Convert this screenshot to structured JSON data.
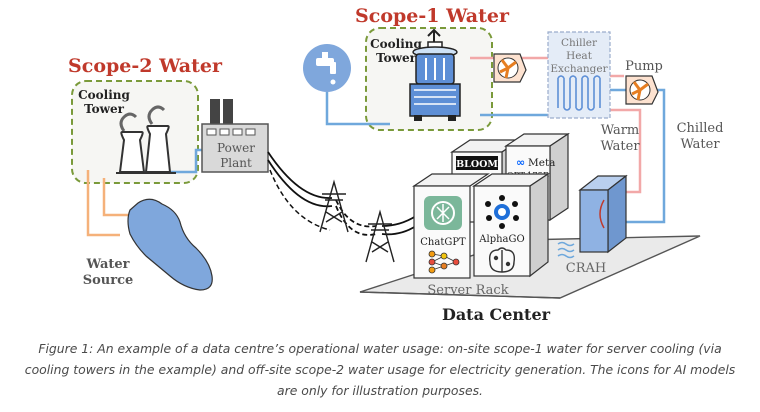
{
  "figure": {
    "scope2_title": "Scope-2 Water",
    "scope1_title": "Scope-1 Water",
    "scope2_tower_label": [
      "Cooling",
      "Tower"
    ],
    "scope1_tower_label": [
      "Cooling",
      "Tower"
    ],
    "power_plant_label": [
      "Power",
      "Plant"
    ],
    "water_source_label": [
      "Water",
      "Source"
    ],
    "chiller_label": [
      "Chiller",
      "Heat",
      "Exchanger"
    ],
    "pump_label": "Pump",
    "warm_water_label": [
      "Warm",
      "Water"
    ],
    "chilled_water_label": [
      "Chilled",
      "Water"
    ],
    "crah_label": "CRAH",
    "server_rack_label": "Server Rack",
    "data_center_label": "Data Center",
    "model_labels": [
      "BLOOM",
      "Meta",
      "OPT-175B",
      "ChatGPT",
      "AlphaGO"
    ],
    "colors": {
      "scope_red": "#c0392b",
      "warm_pipe": "#f2a8a8",
      "chilled_pipe": "#6fa8dc",
      "orange_pipe": "#f5b17a",
      "dashed_box": "#7a9a3a",
      "water_blue": "#7fa7dc"
    }
  },
  "caption": "Figure 1: An example of a data centre’s operational water usage: on-site scope-1 water for server cooling (via cooling towers in the example) and off-site scope-2 water usage for electricity generation. The icons for AI models are only for illustration purposes."
}
